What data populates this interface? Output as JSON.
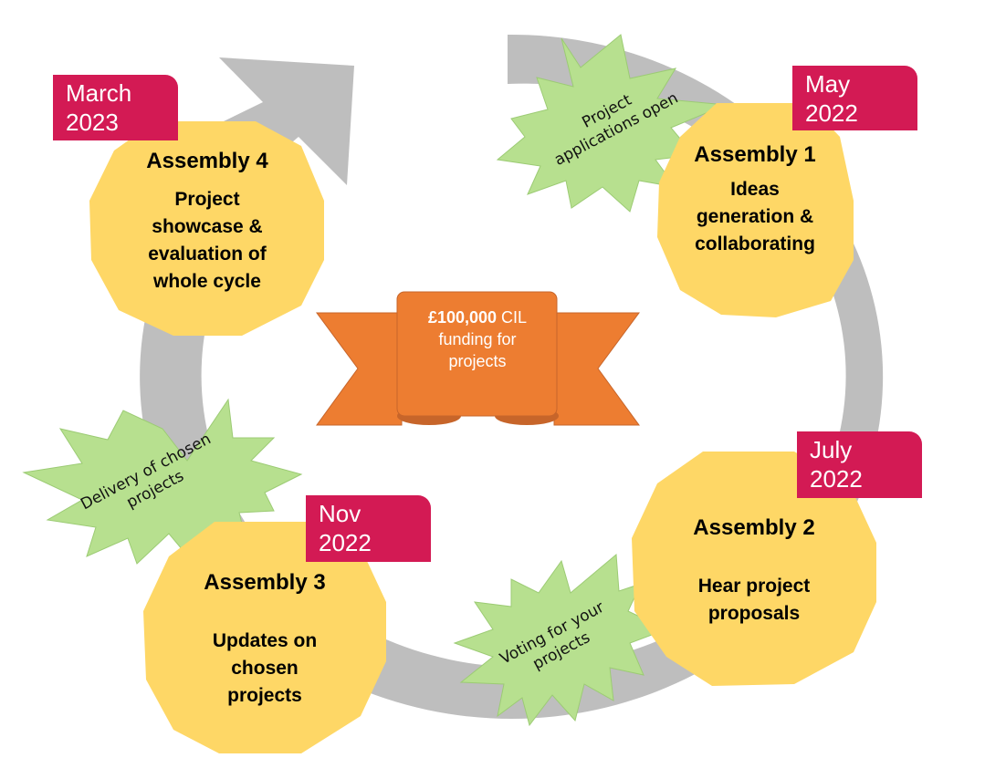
{
  "colors": {
    "cycle_arrow": "#BEBEBE",
    "assembly_fill": "#FED766",
    "date_tag": "#D31A54",
    "burst_fill": "#B7E08F",
    "burst_stroke": "#9CCB74",
    "ribbon_fill": "#ED7D31",
    "ribbon_shade": "#C7652A"
  },
  "center_ribbon": {
    "amount": "£100,000",
    "line1_rest": " CIL",
    "line2": "funding for",
    "line3": "projects"
  },
  "assemblies": [
    {
      "id": "assembly-1",
      "title": "Assembly 1",
      "description_lines": [
        "Ideas",
        "generation &",
        "collaborating"
      ],
      "date_month": "May",
      "date_year": "2022"
    },
    {
      "id": "assembly-2",
      "title": "Assembly 2",
      "description_lines": [
        "Hear project",
        "proposals"
      ],
      "date_month": "July",
      "date_year": "2022"
    },
    {
      "id": "assembly-3",
      "title": "Assembly 3",
      "description_lines": [
        "Updates on",
        "chosen",
        "projects"
      ],
      "date_month": "Nov",
      "date_year": "2022"
    },
    {
      "id": "assembly-4",
      "title": "Assembly 4",
      "description_lines": [
        "Project",
        "showcase &",
        "evaluation of",
        "whole cycle"
      ],
      "date_month": "March",
      "date_year": "2023"
    }
  ],
  "milestones": [
    {
      "id": "applications-open",
      "lines": [
        "Project",
        "applications open"
      ]
    },
    {
      "id": "voting",
      "lines": [
        "Voting for your",
        "projects"
      ]
    },
    {
      "id": "delivery",
      "lines": [
        "Delivery of chosen",
        "projects"
      ]
    }
  ]
}
